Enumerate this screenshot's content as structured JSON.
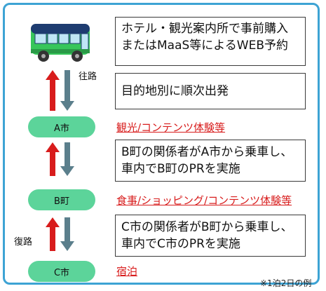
{
  "boxes": {
    "presale": [
      "ホテル・観光案内所で事前購入",
      "またはMaaS等によるWEB予約"
    ],
    "depart": "目的地別に順次出発",
    "b_pr": [
      "B町の関係者がA市から乗車し、",
      "車内でB町のPRを実施"
    ],
    "c_pr": [
      "C市の関係者がB町から乗車し、",
      "車内でC市のPRを実施"
    ]
  },
  "stops": {
    "a": "A市",
    "b": "B町",
    "c": "C市"
  },
  "activities": {
    "a": "観光/コンテンツ体験等",
    "b": "食事/ショッピング/コンテンツ体験等",
    "c": "宿泊"
  },
  "labels": {
    "outbound": "往路",
    "return": "復路"
  },
  "note": "※1泊2日の例",
  "colors": {
    "border": "#3da3d4",
    "stop": "#5cd49a",
    "arrow_up": "#d81c1c",
    "arrow_down": "#5b7f8c",
    "activity": "#d81c1c"
  },
  "icons": {
    "bus": "bus-icon"
  }
}
